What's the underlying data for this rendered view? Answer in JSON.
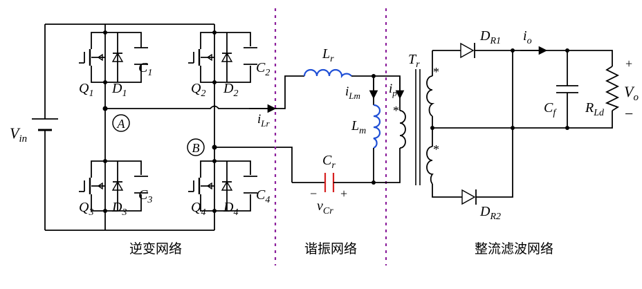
{
  "sections": {
    "inverter": "逆变网络",
    "resonant": "谐振网络",
    "rectifier": "整流滤波网络"
  },
  "labels": {
    "vin_main": "V",
    "vin_sub": "in",
    "q1_main": "Q",
    "q1_sub": "1",
    "q2_main": "Q",
    "q2_sub": "2",
    "q3_main": "Q",
    "q3_sub": "3",
    "q4_main": "Q",
    "q4_sub": "4",
    "d1_main": "D",
    "d1_sub": "1",
    "d2_main": "D",
    "d2_sub": "2",
    "d3_main": "D",
    "d3_sub": "3",
    "d4_main": "D",
    "d4_sub": "4",
    "c1_main": "C",
    "c1_sub": "1",
    "c2_main": "C",
    "c2_sub": "2",
    "c3_main": "C",
    "c3_sub": "3",
    "c4_main": "C",
    "c4_sub": "4",
    "node_a": "A",
    "node_b": "B",
    "ilr_main": "i",
    "ilr_sub": "Lr",
    "lr_main": "L",
    "lr_sub": "r",
    "ilm_main": "i",
    "ilm_sub": "Lm",
    "lm_main": "L",
    "lm_sub": "m",
    "ip_main": "i",
    "ip_sub": "p",
    "cr_main": "C",
    "cr_sub": "r",
    "vcr_main": "v",
    "vcr_sub": "Cr",
    "vcr_minus": "−",
    "vcr_plus": "+",
    "tr_main": "T",
    "tr_sub": "r",
    "dr1_main": "D",
    "dr1_sub": "R1",
    "dr2_main": "D",
    "dr2_sub": "R2",
    "io_main": "i",
    "io_sub": "o",
    "cf_main": "C",
    "cf_sub": "f",
    "rld_main": "R",
    "rld_sub": "Ld",
    "vo_main": "V",
    "vo_sub": "o",
    "vo_plus": "+",
    "vo_minus": "−",
    "star": "*"
  },
  "colors": {
    "wire": "#000000",
    "inductor": "#1f4fd6",
    "resonant_capacitor": "#d62020",
    "section_divider": "#8b1e9b"
  }
}
